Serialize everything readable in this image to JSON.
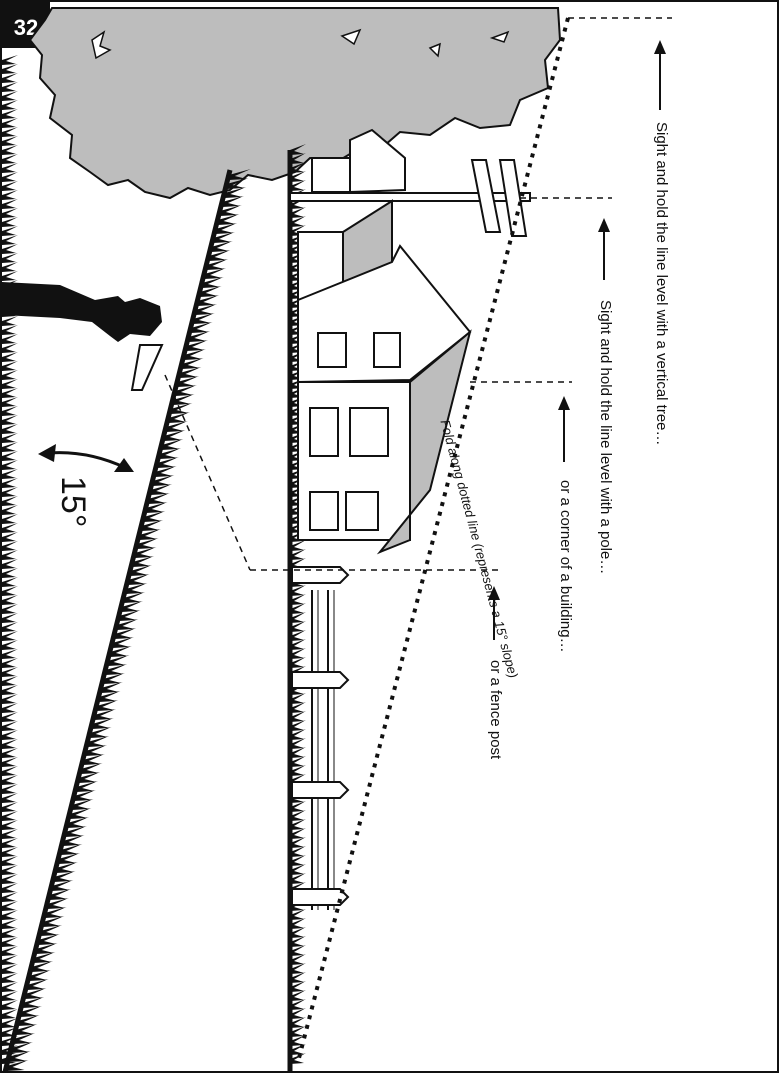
{
  "page": {
    "number": "32",
    "colors": {
      "ink": "#111111",
      "foliage": "#bdbdbd",
      "paper": "#ffffff"
    }
  },
  "angle": {
    "label": "15°"
  },
  "fold": {
    "label": "Fold along dotted line (represents a 15° slope)"
  },
  "instructions": [
    {
      "text": "Sight and hold the line level with a vertical tree…"
    },
    {
      "text": "Sight and hold the line level with a pole…"
    },
    {
      "text": "or a corner of a building…"
    },
    {
      "text": "or a fence post"
    }
  ],
  "icons": [
    "tree-canopy-icon",
    "utility-pole-icon",
    "house-icon",
    "fence-icon",
    "person-silhouette-icon",
    "grass-icon",
    "arrow-up-icon",
    "double-arrow-icon"
  ]
}
